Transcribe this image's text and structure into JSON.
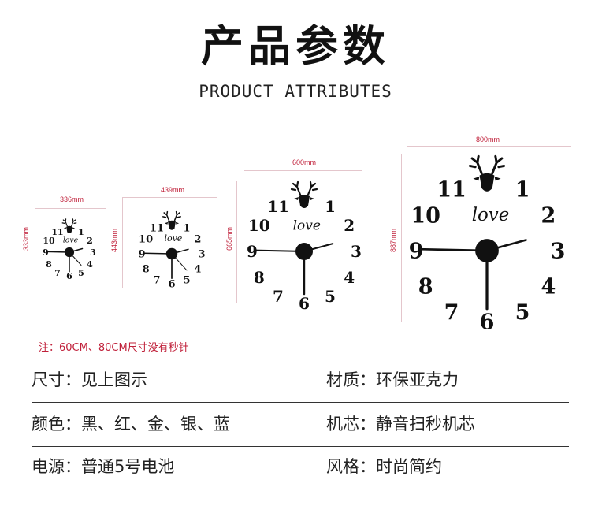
{
  "header": {
    "title_cn": "产品参数",
    "title_en": "PRODUCT ATTRIBUTES"
  },
  "clocks": [
    {
      "width_label": "336mm",
      "height_label": "333mm",
      "numerals": [
        "1",
        "2",
        "3",
        "4",
        "5",
        "6",
        "7",
        "8",
        "9",
        "10",
        "11"
      ],
      "script_text": "love"
    },
    {
      "width_label": "439mm",
      "height_label": "443mm",
      "numerals": [
        "1",
        "2",
        "3",
        "4",
        "5",
        "6",
        "7",
        "8",
        "9",
        "10",
        "11"
      ],
      "script_text": "love"
    },
    {
      "width_label": "600mm",
      "height_label": "665mm",
      "numerals": [
        "1",
        "2",
        "3",
        "4",
        "5",
        "6",
        "7",
        "8",
        "9",
        "10",
        "11"
      ],
      "script_text": "love"
    },
    {
      "width_label": "800mm",
      "height_label": "887mm",
      "numerals": [
        "1",
        "2",
        "3",
        "4",
        "5",
        "6",
        "7",
        "8",
        "9",
        "10",
        "11"
      ],
      "script_text": "love"
    }
  ],
  "note": "注：60CM、80CM尺寸没有秒针",
  "specs": [
    {
      "left": "尺寸：见上图示",
      "right": "材质：环保亚克力"
    },
    {
      "left": "颜色：黑、红、金、银、蓝",
      "right": "机芯：静音扫秒机芯"
    },
    {
      "left": "电源：普通5号电池",
      "right": "风格：时尚简约"
    }
  ],
  "colors": {
    "dimension": "#c0203a",
    "clock": "#111111",
    "guide": "#e4c6cc"
  }
}
